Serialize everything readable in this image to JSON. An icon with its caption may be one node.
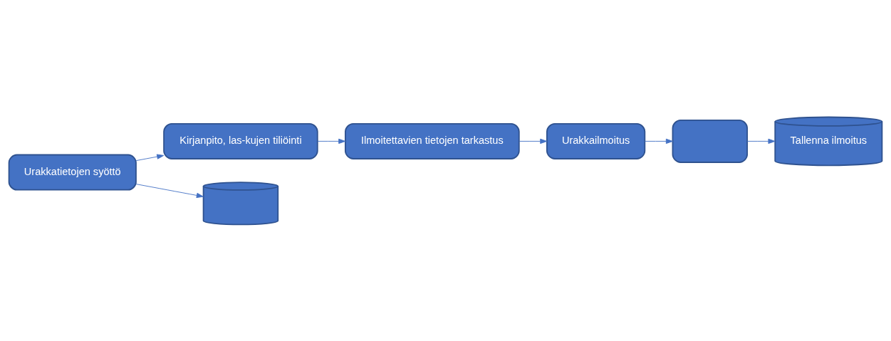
{
  "diagram": {
    "nodes": [
      {
        "text": [
          "Urakkatietojen syöttö"
        ]
      },
      {
        "text": [
          "Ilmoitettavien tietojen tarkastus"
        ]
      },
      {
        "text": [
          "Kirjanpito, las-kujen tiliöinti"
        ]
      },
      {
        "text": [
          "Urakkailmoitus"
        ]
      },
      {
        "text": [],
        "shape": "box"
      },
      {
        "text": [],
        "shape": "cylinder"
      },
      {
        "text": [
          "Tallenna ilmoitus"
        ]
      }
    ],
    "edges": [
      {
        "from": 0,
        "to": 2,
        "arrow": "to"
      },
      {
        "from": 0,
        "to": 5,
        "arrow": "to"
      },
      {
        "from": 2,
        "to": 1,
        "arrow": "to"
      },
      {
        "from": 1,
        "to": 3,
        "arrow": "to"
      },
      {
        "from": 3,
        "to": 4,
        "arrow": "to"
      },
      {
        "from": 4,
        "to": 6,
        "arrow": "to"
      }
    ]
  }
}
